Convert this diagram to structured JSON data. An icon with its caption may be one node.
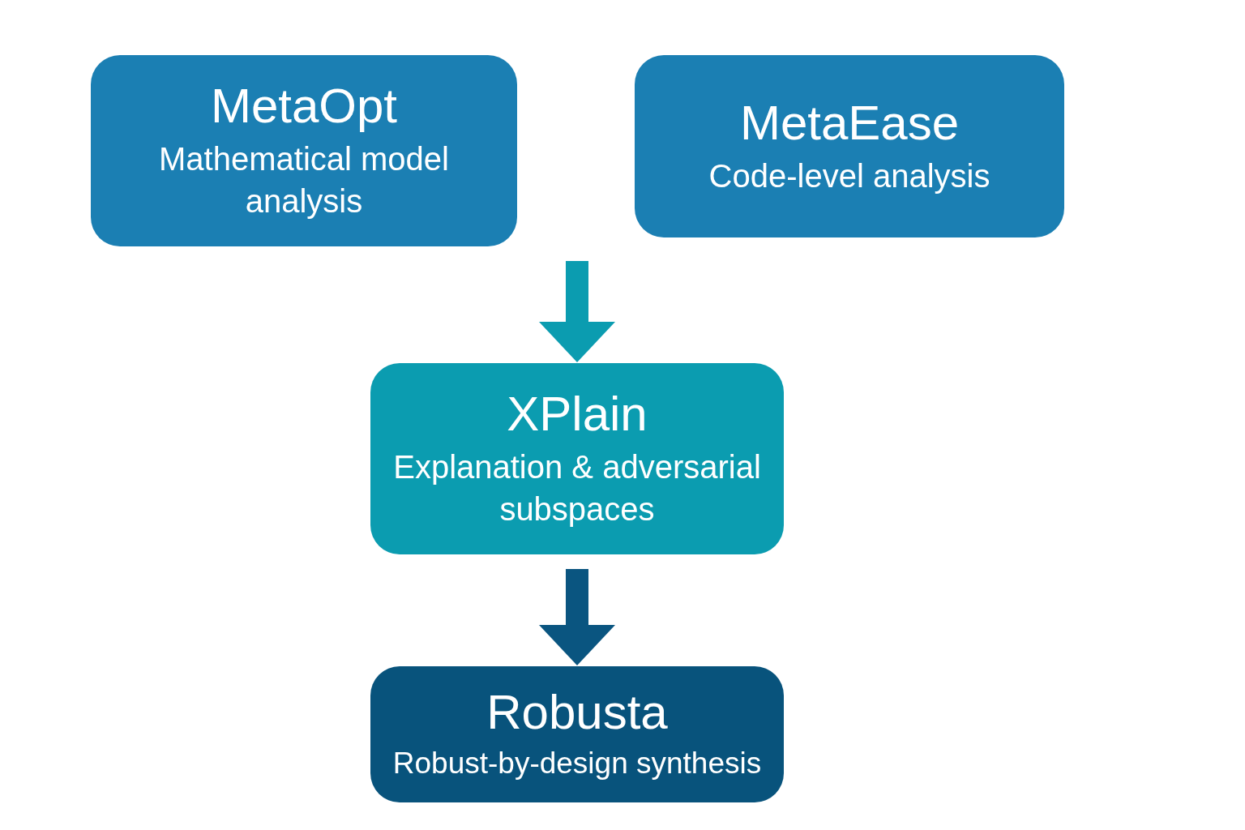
{
  "diagram": {
    "nodes": [
      {
        "text": [
          "MetaOpt",
          "Mathematical model analysis"
        ]
      },
      {
        "text": [
          "MetaEase",
          "Code-level analysis"
        ]
      },
      {
        "text": [
          "XPlain",
          "Explanation & adversarial subspaces"
        ]
      },
      {
        "text": [
          "Robusta",
          "Robust-by-design synthesis"
        ]
      }
    ],
    "edges": [
      {
        "from": null,
        "to": 2,
        "arrow": "to",
        "color": "#0b9cb0"
      },
      {
        "from": 2,
        "to": 3,
        "arrow": "to",
        "color": "#0a5580"
      }
    ]
  }
}
